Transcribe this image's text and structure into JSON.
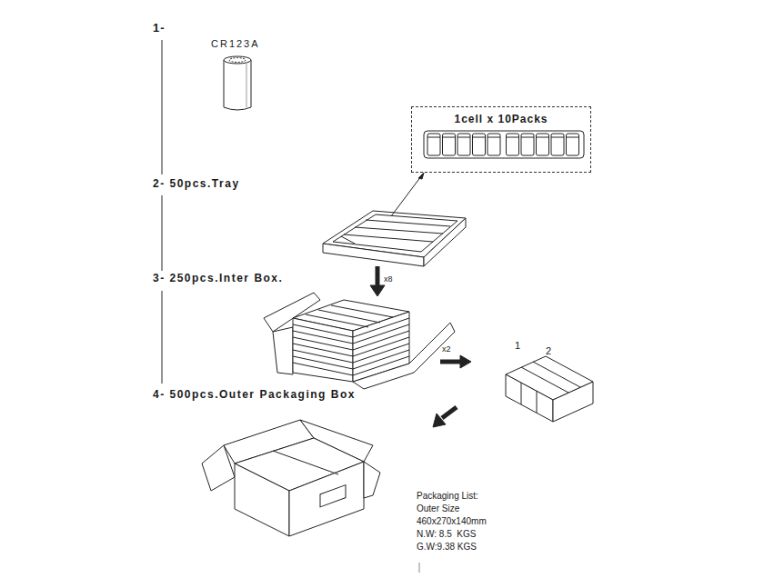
{
  "diagram": {
    "nodes": [
      {
        "text": [
          "1cell x 10Packs"
        ]
      }
    ],
    "labels": [
      "1-",
      "CR123A",
      "2- 50pcs.Tray",
      "x8",
      "3- 250pcs.Inter Box.",
      "x2",
      "1",
      "2",
      "4- 500pcs.Outer Packaging Box",
      "Packaging List:",
      "Outer Size",
      "460x270x140mm",
      "N.W: 8.5  KGS",
      "G.W:9.38 KGS"
    ]
  }
}
